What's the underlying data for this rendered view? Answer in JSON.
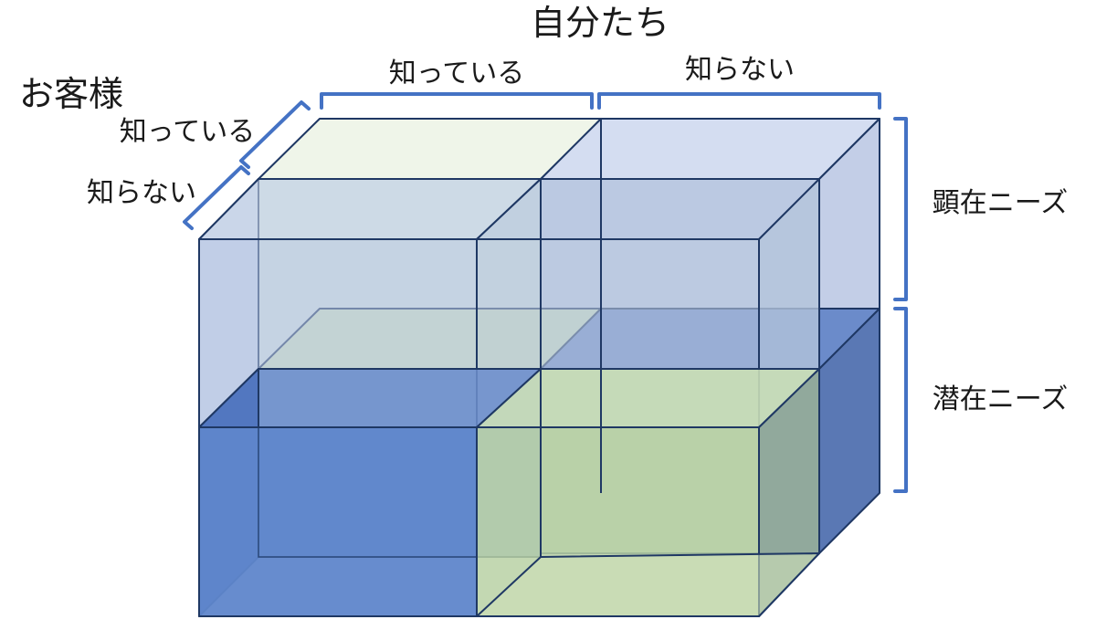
{
  "labels": {
    "top_title": "自分たち",
    "left_title": "お客様",
    "top_known": "知っている",
    "top_unknown": "知らない",
    "left_known": "知っている",
    "left_unknown": "知らない",
    "right_upper": "顕在ニーズ",
    "right_lower": "潜在ニーズ"
  },
  "colors": {
    "bracket": "#4472c4",
    "edge": "#1f3864",
    "light_blue": "#c5d1ea",
    "dark_blue": "#4f74c2",
    "light_green": "#d4e5c2",
    "pale_green": "#e9f1e0"
  }
}
